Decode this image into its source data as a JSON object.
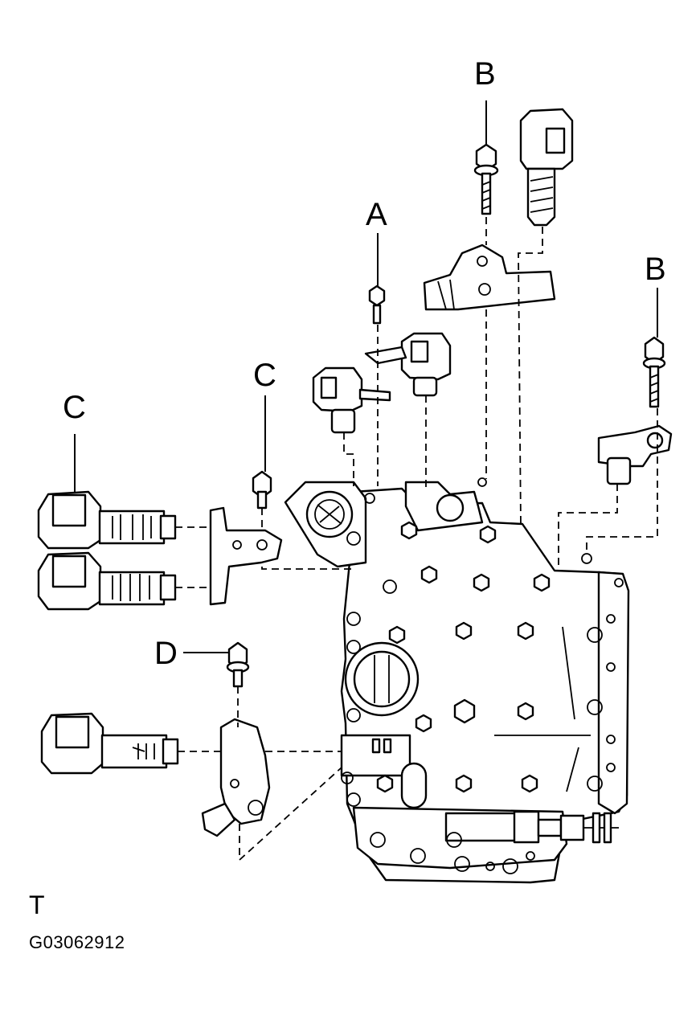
{
  "labels": {
    "a": "A",
    "b_top": "B",
    "b_right": "B",
    "c_mid": "C",
    "c_left": "C",
    "d": "D"
  },
  "footer": {
    "view_letter": "T",
    "figure_code": "G03062912"
  }
}
